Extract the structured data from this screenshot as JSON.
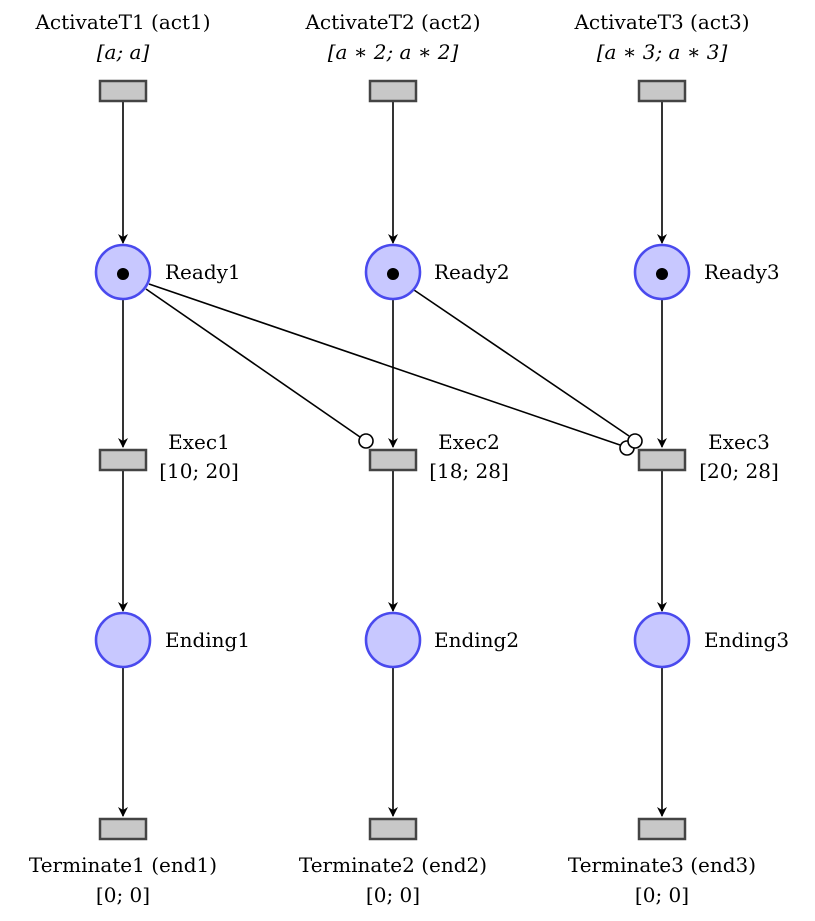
{
  "diagram": {
    "type": "petri-net",
    "colors": {
      "place_fill": "#c8c8ff",
      "place_stroke": "#4a4aee",
      "transition_fill": "#c8c8c8",
      "transition_stroke": "#444444",
      "arc": "#000000"
    },
    "columns": [
      {
        "activate": {
          "label": "ActivateT1 (act1)",
          "interval": "[a; a]"
        },
        "ready": {
          "label": "Ready1",
          "tokens": 1
        },
        "exec": {
          "label": "Exec1",
          "interval": "[10; 20]"
        },
        "ending": {
          "label": "Ending1",
          "tokens": 0
        },
        "terminate": {
          "label": "Terminate1 (end1)",
          "interval": "[0; 0]"
        }
      },
      {
        "activate": {
          "label": "ActivateT2 (act2)",
          "interval": "[a ∗ 2; a ∗ 2]"
        },
        "ready": {
          "label": "Ready2",
          "tokens": 1
        },
        "exec": {
          "label": "Exec2",
          "interval": "[18; 28]"
        },
        "ending": {
          "label": "Ending2",
          "tokens": 0
        },
        "terminate": {
          "label": "Terminate2 (end2)",
          "interval": "[0; 0]"
        }
      },
      {
        "activate": {
          "label": "ActivateT3 (act3)",
          "interval": "[a ∗ 3; a ∗ 3]"
        },
        "ready": {
          "label": "Ready3",
          "tokens": 1
        },
        "exec": {
          "label": "Exec3",
          "interval": "[20; 28]"
        },
        "ending": {
          "label": "Ending3",
          "tokens": 0
        },
        "terminate": {
          "label": "Terminate3 (end3)",
          "interval": "[0; 0]"
        }
      }
    ],
    "inhibitor_arcs": [
      {
        "from": "Ready1",
        "to": "Exec2"
      },
      {
        "from": "Ready1",
        "to": "Exec3"
      },
      {
        "from": "Ready2",
        "to": "Exec3"
      }
    ]
  }
}
